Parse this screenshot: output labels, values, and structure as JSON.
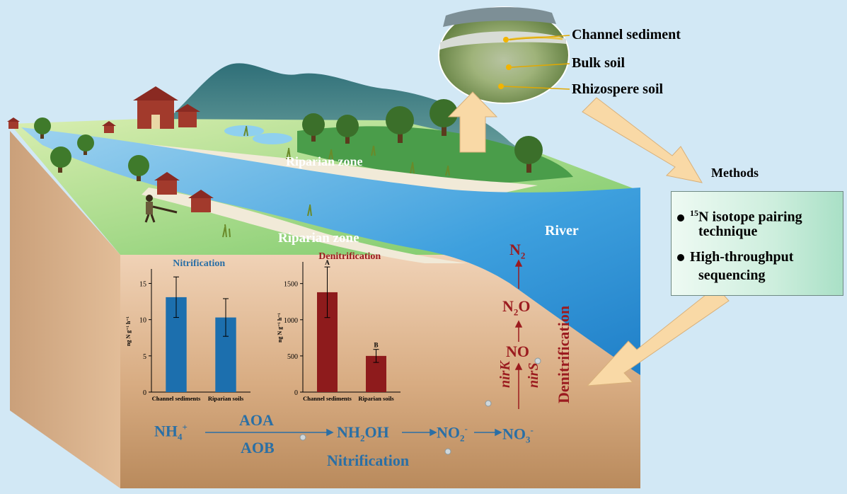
{
  "photo_labels": {
    "channel_sediment": "Channel sediment",
    "bulk_soil": "Bulk soil",
    "rhizosphere_soil": "Rhizospere soil"
  },
  "methods": {
    "title": "Methods",
    "item1_sup": "15",
    "item1_line1": "N isotope pairing",
    "item1_line2": "technique",
    "item2_line1": "High-throughput",
    "item2_line2": "sequencing"
  },
  "landscape": {
    "riparian_upper": "Riparian zone",
    "riparian_lower": "Riparian zone",
    "river": "River"
  },
  "nitrification_pathway": {
    "nh4": "NH",
    "nh4_sub": "4",
    "nh4_sup": "+",
    "aoa": "AOA",
    "aob": "AOB",
    "nh2oh": "NH",
    "nh2oh_sub": "2",
    "nh2oh_tail": "OH",
    "no2": "NO",
    "no2_sub": "2",
    "no2_sup": "-",
    "no3": "NO",
    "no3_sub": "3",
    "no3_sup": "-",
    "label": "Nitrification"
  },
  "denitrification_pathway": {
    "n2": "N",
    "n2_sub": "2",
    "n2o": "N",
    "n2o_sub": "2",
    "n2o_tail": "O",
    "no": "NO",
    "nirk": "nirK",
    "nirs": "nirS",
    "label": "Denitrification"
  },
  "colors": {
    "blue_text": "#2a6fa5",
    "red_text": "#9b1b1f",
    "bar_blue": "#1c6fae",
    "bar_red": "#8e1b1c",
    "arrow_fill": "#f9d9a6"
  },
  "chart_data": [
    {
      "type": "bar",
      "title": "Nitrification",
      "ylabel": "ng N g⁻¹ h⁻¹",
      "categories": [
        "Channel sediments",
        "Riparian soils"
      ],
      "values": [
        13.1,
        10.3
      ],
      "errors": [
        2.8,
        2.6
      ],
      "ylim": [
        0,
        17
      ],
      "yticks": [
        0,
        5,
        10,
        15
      ],
      "letters": [
        "",
        ""
      ]
    },
    {
      "type": "bar",
      "title": "Denitrification",
      "ylabel": "ng N g⁻¹ h⁻¹",
      "categories": [
        "Channel sediments",
        "Riparian soils"
      ],
      "values": [
        1380,
        500
      ],
      "errors": [
        350,
        90
      ],
      "ylim": [
        0,
        1800
      ],
      "yticks": [
        0,
        500,
        1000,
        1500
      ],
      "letters": [
        "A",
        "B"
      ]
    }
  ]
}
